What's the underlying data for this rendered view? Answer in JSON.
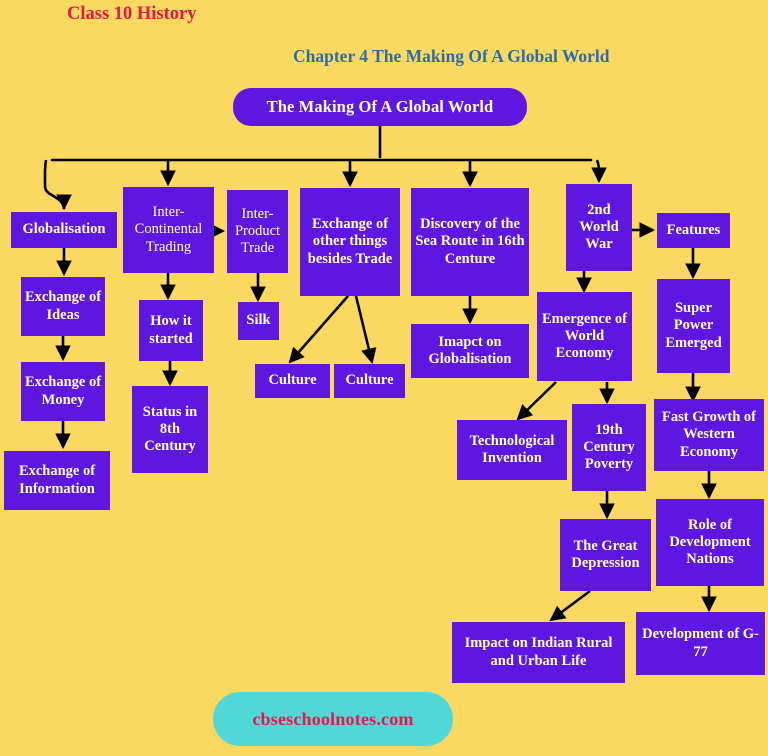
{
  "page": {
    "background_color": "#fbd961",
    "node_color": "#5d17e0",
    "node_text_color": "#ffffff",
    "connector_color": "#000000"
  },
  "headers": {
    "class_label": "Class 10 History",
    "class_label_color": "#e8174a",
    "chapter_label": "Chapter 4 The Making Of A Global World",
    "chapter_label_color": "#2e6ca8"
  },
  "watermark": {
    "text": "cbseschoolnotes.com",
    "background_color": "#4fd8d8",
    "text_color": "#e8174a"
  },
  "chart_data": {
    "type": "diagram",
    "title": "The Making Of A Global World",
    "nodes": [
      {
        "id": "root",
        "label": "The Making Of A Global World"
      },
      {
        "id": "globalisation",
        "label": "Globalisation"
      },
      {
        "id": "exchange-ideas",
        "label": "Exchange of Ideas"
      },
      {
        "id": "exchange-money",
        "label": "Exchange of Money"
      },
      {
        "id": "exchange-information",
        "label": "Exchange of Information"
      },
      {
        "id": "inter-continental-trading",
        "label": "Inter-Continental Trading"
      },
      {
        "id": "how-it-started",
        "label": "How it started"
      },
      {
        "id": "status-8th-century",
        "label": "Status in 8th Century"
      },
      {
        "id": "inter-product-trade",
        "label": "Inter-Product Trade"
      },
      {
        "id": "silk",
        "label": "Silk"
      },
      {
        "id": "exchange-other-things",
        "label": "Exchange of other things besides Trade"
      },
      {
        "id": "culture-left",
        "label": "Culture"
      },
      {
        "id": "culture-right",
        "label": "Culture"
      },
      {
        "id": "discovery-sea-route",
        "label": "Discovery of the Sea Route in 16th Centure"
      },
      {
        "id": "impact-globalisation",
        "label": "Imapct on Globalisation"
      },
      {
        "id": "second-world-war",
        "label": "2nd World War"
      },
      {
        "id": "features",
        "label": "Features"
      },
      {
        "id": "super-power-emerged",
        "label": "Super Power Emerged"
      },
      {
        "id": "fast-growth-western-economy",
        "label": "Fast Growth of Western Economy"
      },
      {
        "id": "role-development-nations",
        "label": "Role of Development Nations"
      },
      {
        "id": "development-g77",
        "label": "Development of G-77"
      },
      {
        "id": "emergence-world-economy",
        "label": "Emergence of World Economy"
      },
      {
        "id": "technological-invention",
        "label": "Technological Invention"
      },
      {
        "id": "19th-century-poverty",
        "label": "19th Century Poverty"
      },
      {
        "id": "great-depression",
        "label": "The Great Depression"
      },
      {
        "id": "impact-indian-life",
        "label": "Impact on Indian Rural and Urban Life"
      }
    ],
    "edges": [
      {
        "from": "root",
        "to": "globalisation"
      },
      {
        "from": "root",
        "to": "inter-continental-trading"
      },
      {
        "from": "root",
        "to": "exchange-other-things"
      },
      {
        "from": "root",
        "to": "discovery-sea-route"
      },
      {
        "from": "root",
        "to": "second-world-war"
      },
      {
        "from": "globalisation",
        "to": "exchange-ideas"
      },
      {
        "from": "exchange-ideas",
        "to": "exchange-money"
      },
      {
        "from": "exchange-money",
        "to": "exchange-information"
      },
      {
        "from": "inter-continental-trading",
        "to": "how-it-started"
      },
      {
        "from": "how-it-started",
        "to": "status-8th-century"
      },
      {
        "from": "inter-continental-trading",
        "to": "inter-product-trade"
      },
      {
        "from": "inter-product-trade",
        "to": "silk"
      },
      {
        "from": "exchange-other-things",
        "to": "culture-left"
      },
      {
        "from": "exchange-other-things",
        "to": "culture-right"
      },
      {
        "from": "discovery-sea-route",
        "to": "impact-globalisation"
      },
      {
        "from": "second-world-war",
        "to": "features"
      },
      {
        "from": "features",
        "to": "super-power-emerged"
      },
      {
        "from": "super-power-emerged",
        "to": "fast-growth-western-economy"
      },
      {
        "from": "fast-growth-western-economy",
        "to": "role-development-nations"
      },
      {
        "from": "role-development-nations",
        "to": "development-g77"
      },
      {
        "from": "second-world-war",
        "to": "emergence-world-economy"
      },
      {
        "from": "emergence-world-economy",
        "to": "technological-invention"
      },
      {
        "from": "emergence-world-economy",
        "to": "19th-century-poverty"
      },
      {
        "from": "19th-century-poverty",
        "to": "great-depression"
      },
      {
        "from": "great-depression",
        "to": "impact-indian-life"
      }
    ]
  }
}
